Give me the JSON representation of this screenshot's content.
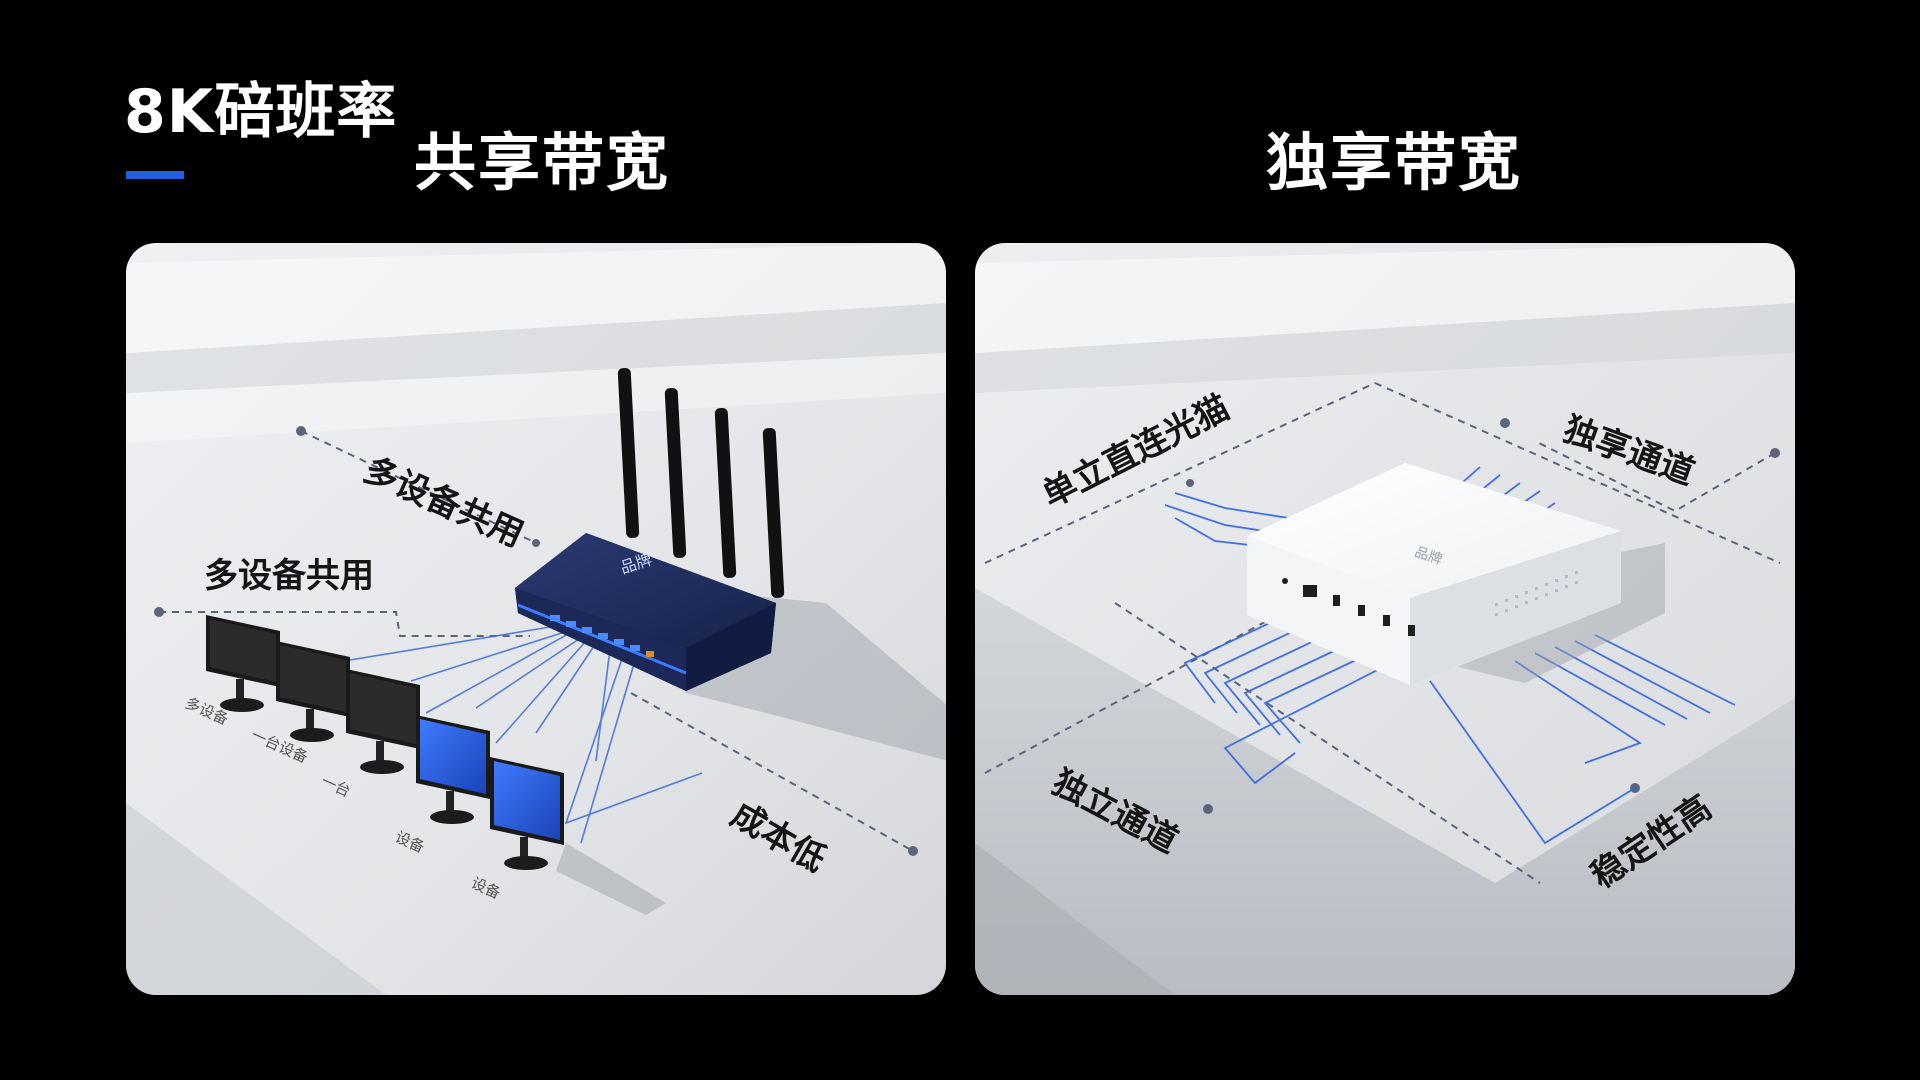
{
  "brand": {
    "name": "8K碚班率",
    "accent": "#1f5fe0"
  },
  "left_panel": {
    "heading": "共享带宽",
    "tags": {
      "top": "多设备共用",
      "side": "多设备共用",
      "bottom": "成本低"
    },
    "router_label": "品牌",
    "monitor_labels": [
      "多设备",
      "一台设备",
      "一台",
      "设备",
      "设备"
    ]
  },
  "right_panel": {
    "heading": "独享带宽",
    "tags": {
      "top_left": "单立直连光猫",
      "top_right": "独享通道",
      "bottom_left": "独立通道",
      "bottom_right": "稳定性高"
    },
    "device_label": "品牌"
  },
  "colors": {
    "background": "#000000",
    "router_blue": "#1f2c5a",
    "line_blue": "#2f64e0",
    "surface": "#e6e8eb"
  }
}
